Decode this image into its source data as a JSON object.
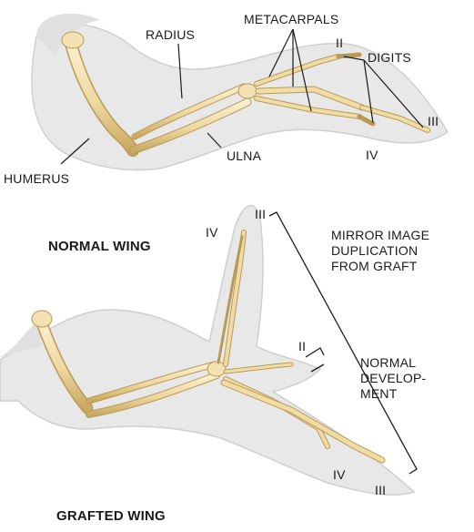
{
  "normal_wing": {
    "caption": "NORMAL WING",
    "labels": {
      "metacarpals": "METACARPALS",
      "radius": "RADIUS",
      "digits": "DIGITS",
      "digit_ii": "II",
      "digit_iii": "III",
      "digit_iv": "IV",
      "ulna": "ULNA",
      "humerus": "HUMERUS"
    }
  },
  "grafted_wing": {
    "caption": "GRAFTED WING",
    "labels": {
      "digit_iii_top": "III",
      "digit_iv_top": "IV",
      "digit_ii": "II",
      "digit_iv_bottom": "IV",
      "digit_iii_bottom": "III"
    },
    "mirror_bracket": [
      "MIRROR IMAGE",
      "DUPLICATION",
      "FROM GRAFT"
    ],
    "normal_bracket": [
      "NORMAL",
      "DEVELOP-",
      "MENT"
    ]
  },
  "colors": {
    "bone_fill": "#f0dba6",
    "bone_stroke": "#b89a55",
    "wing_outline_fill": "#e6e6e6",
    "wing_outline_stroke": "#c8c8c8",
    "leader_line": "#1a1a1a"
  }
}
